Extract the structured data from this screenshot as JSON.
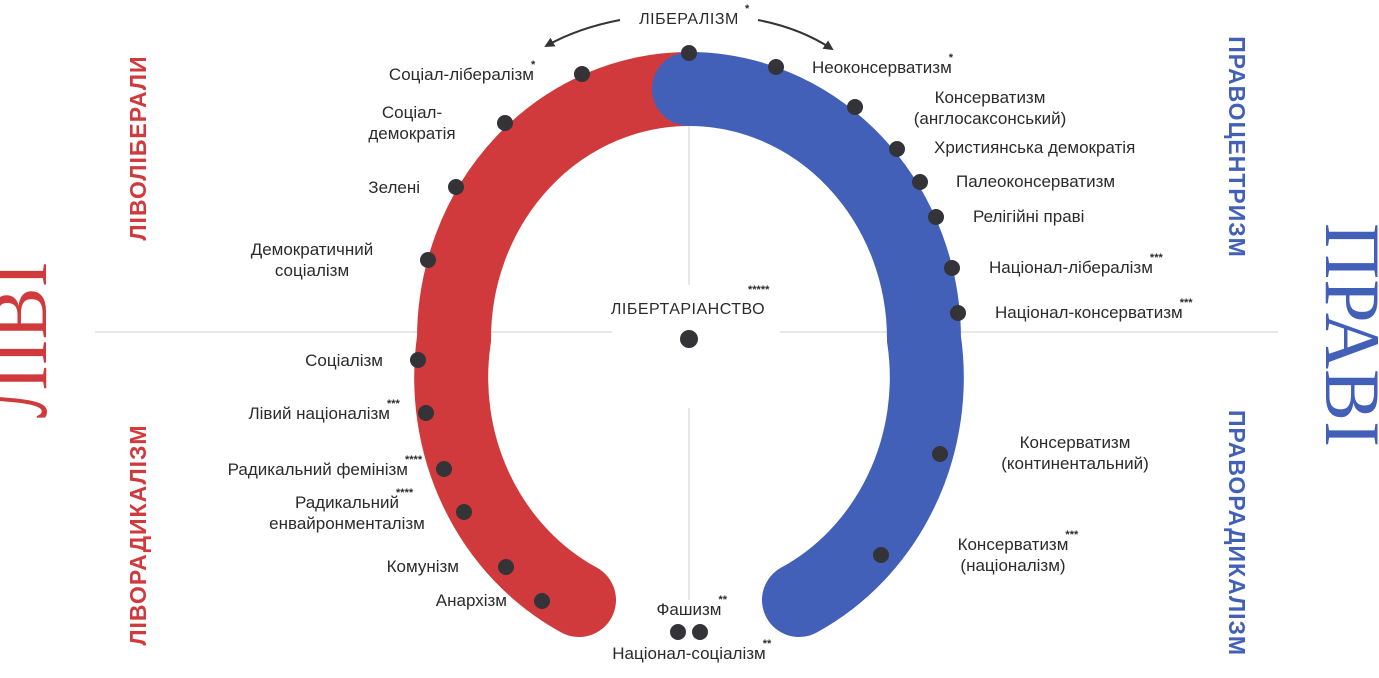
{
  "top_label": "ЛІБЕРАЛІЗМ",
  "top_label_mark": "*",
  "center_label": "ЛІБЕРТАРІАНСТВО",
  "center_mark": "*****",
  "side_labels": {
    "far_left": "ЛІВІ",
    "far_right": "ПРАВІ",
    "left_upper": "ЛІВОЛІБЕРАЛИ",
    "left_lower": "ЛІВОРАДИКАЛІЗМ",
    "right_upper": "ПРАВОЦЕНТРИЗМ",
    "right_lower": "ПРАВОРАДИКАЛІЗМ"
  },
  "colors": {
    "left": "#d13a3c",
    "right": "#4360b8",
    "dot": "#333338",
    "axis": "#cfcfcf"
  },
  "left_items": [
    {
      "lines": [
        "Соціал-лібералізм"
      ],
      "mark": "*"
    },
    {
      "lines": [
        "Соціал-",
        "демократія"
      ],
      "mark": ""
    },
    {
      "lines": [
        "Зелені"
      ],
      "mark": ""
    },
    {
      "lines": [
        "Демократичний",
        "соціалізм"
      ],
      "mark": ""
    },
    {
      "lines": [
        "Соціалізм"
      ],
      "mark": ""
    },
    {
      "lines": [
        "Лівий націоналізм"
      ],
      "mark": "***"
    },
    {
      "lines": [
        "Радикальний фемінізм"
      ],
      "mark": "****"
    },
    {
      "lines": [
        "Радикальний",
        "енвайронменталізм"
      ],
      "mark": "****"
    },
    {
      "lines": [
        "Комунізм"
      ],
      "mark": ""
    },
    {
      "lines": [
        "Анархізм"
      ],
      "mark": ""
    }
  ],
  "right_items": [
    {
      "lines": [
        "Неоконсерватизм"
      ],
      "mark": "*"
    },
    {
      "lines": [
        "Консерватизм",
        "(англосаксонський)"
      ],
      "mark": ""
    },
    {
      "lines": [
        "Християнська демократія"
      ],
      "mark": ""
    },
    {
      "lines": [
        "Палеоконсерватизм"
      ],
      "mark": ""
    },
    {
      "lines": [
        "Релігійні праві"
      ],
      "mark": ""
    },
    {
      "lines": [
        "Націонал-лібералізм"
      ],
      "mark": "***"
    },
    {
      "lines": [
        "Націонал-консерватизм"
      ],
      "mark": "***"
    },
    {
      "lines": [
        "Консерватизм",
        "(континентальний)"
      ],
      "mark": ""
    },
    {
      "lines": [
        "Консерватизм",
        "(націоналізм)"
      ],
      "mark": "***"
    }
  ],
  "bottom_items": [
    {
      "lines": [
        "Фашизм"
      ],
      "mark": "**"
    },
    {
      "lines": [
        "Націонал-соціалізм"
      ],
      "mark": "**"
    }
  ]
}
